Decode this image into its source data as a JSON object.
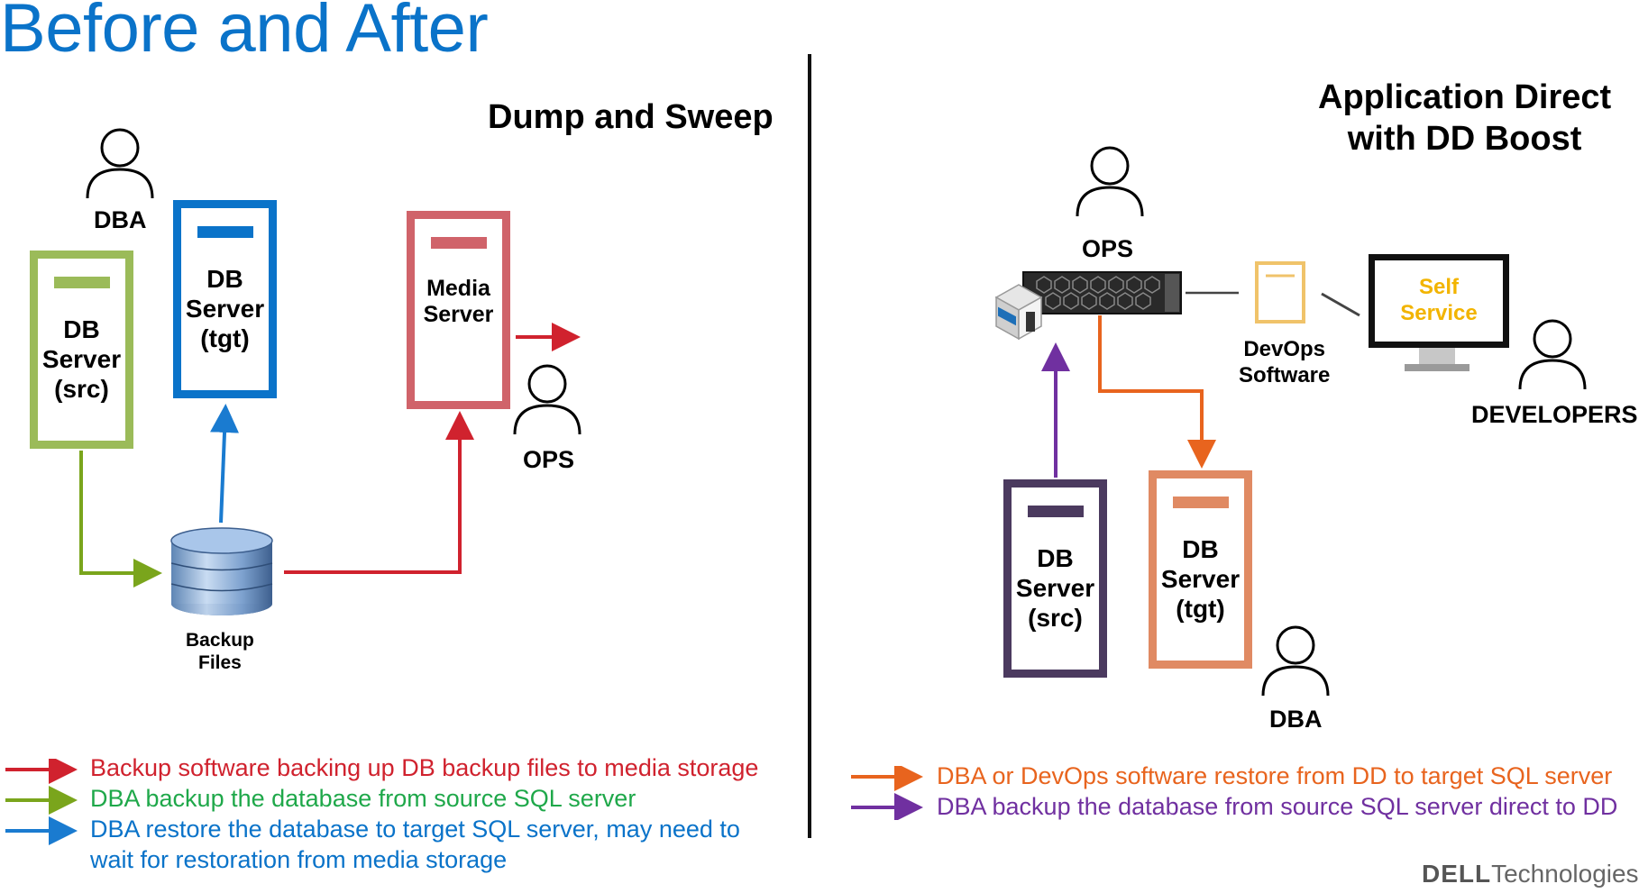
{
  "page": {
    "title": "Before and After"
  },
  "left": {
    "heading": "Dump and Sweep",
    "db_src": {
      "line1": "DB",
      "line2": "Server",
      "line3": "(src)",
      "color": "#9bbb59"
    },
    "db_tgt": {
      "line1": "DB",
      "line2": "Server",
      "line3": "(tgt)",
      "color": "#0a73c9"
    },
    "media_server": {
      "line1": "Media",
      "line2": "Server",
      "color": "#d0636a"
    },
    "backup_files": {
      "line1": "Backup",
      "line2": "Files"
    },
    "dba_label": "DBA",
    "ops_label": "OPS"
  },
  "right": {
    "heading_line1": "Application Direct",
    "heading_line2": "with DD Boost",
    "ops_label": "OPS",
    "dba_label": "DBA",
    "developers_label": "DEVELOPERS",
    "devops": {
      "line1": "DevOps",
      "line2": "Software"
    },
    "self_service": {
      "line1": "Self",
      "line2": "Service"
    },
    "db_src": {
      "line1": "DB",
      "line2": "Server",
      "line3": "(src)",
      "color": "#4b3a5f"
    },
    "db_tgt": {
      "line1": "DB",
      "line2": "Server",
      "line3": "(tgt)",
      "color": "#e08a63"
    }
  },
  "legend_left": [
    {
      "text": "Backup software backing up DB backup files to media storage",
      "color": "#d0222e"
    },
    {
      "text": "DBA backup the database from source SQL server",
      "color": "#1fa84a"
    },
    {
      "text": "DBA restore the database to target SQL server, may need to",
      "color": "#0a73c9"
    },
    {
      "text": "wait for restoration from media storage",
      "color": "#0a73c9"
    }
  ],
  "legend_right": [
    {
      "text": "DBA or DevOps software restore from DD to target SQL server",
      "color": "#e8641e"
    },
    {
      "text": "DBA backup the database from source SQL server direct to DD",
      "color": "#7030a0"
    }
  ],
  "colors": {
    "red_arrow": "#d0222e",
    "green_arrow": "#7aa51c",
    "blue_arrow": "#1a7bd0",
    "orange_arrow": "#e8641e",
    "purple_arrow": "#7030a0"
  },
  "brand": {
    "bold": "DELL",
    "rest": "Technologies"
  }
}
